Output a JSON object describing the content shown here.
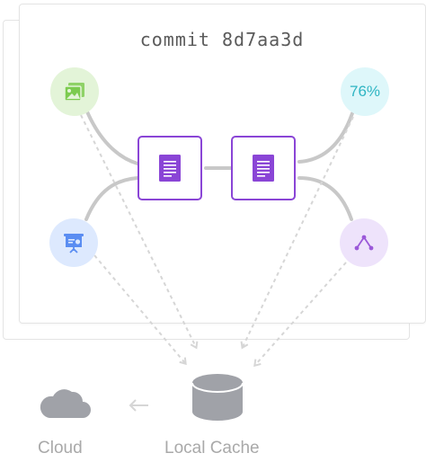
{
  "commit": {
    "title": "commit 8d7aa3d"
  },
  "nodes": {
    "image": {
      "icon": "image-icon",
      "color": "#7ccb4f"
    },
    "percent": {
      "text": "76%",
      "color": "#2fb5c3"
    },
    "slides": {
      "icon": "presentation-icon",
      "color": "#5a8df2"
    },
    "graph": {
      "icon": "graph-icon",
      "color": "#9b59d9"
    }
  },
  "documents": [
    {
      "icon": "document-icon"
    },
    {
      "icon": "document-icon"
    }
  ],
  "storage": {
    "cloud_label": "Cloud",
    "cache_label": "Local Cache"
  },
  "colors": {
    "accent_purple": "#8a45d6",
    "connector_gray": "#c8c8c8",
    "dashed_gray": "#d6d6d6",
    "storage_gray": "#a0a2a8"
  }
}
